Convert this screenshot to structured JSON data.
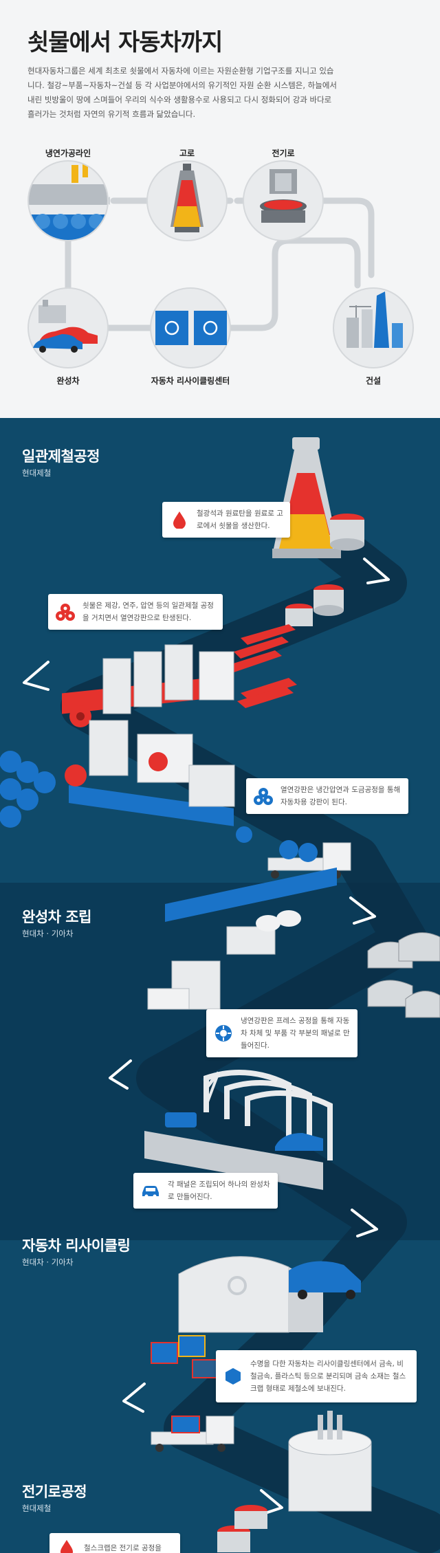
{
  "header": {
    "title": "쇳물에서 자동차까지",
    "intro": "현대자동차그룹은 세계 최초로 쇳물에서 자동차에 이르는 자원순환형 기업구조를 지니고 있습니다. 철강~부품~자동차~건설 등 각 사업분야에서의 유기적인 자원 순환 시스템은, 하늘에서 내린 빗방울이 땅에 스며들어 우리의 식수와 생활용수로 사용되고 다시 정화되어 강과 바다로 흘러가는 것처럼 자연의 유기적 흐름과 닮았습니다."
  },
  "cycle": {
    "nodes": [
      {
        "label": "냉연가공라인",
        "icon": "cold-rolling-line-icon"
      },
      {
        "label": "고로",
        "icon": "blast-furnace-icon"
      },
      {
        "label": "전기로",
        "icon": "electric-furnace-icon"
      },
      {
        "label": "완성차",
        "icon": "finished-car-icon"
      },
      {
        "label": "자동차 리사이클링센터",
        "icon": "recycling-center-icon"
      },
      {
        "label": "건설",
        "icon": "construction-icon"
      }
    ]
  },
  "sections": [
    {
      "title": "일관제철공정",
      "subtitle": "현대제철"
    },
    {
      "title": "완성차 조립",
      "subtitle": "현대차 · 기아차"
    },
    {
      "title": "자동차 리사이클링",
      "subtitle": "현대차 · 기아차"
    },
    {
      "title": "전기로공정",
      "subtitle": "현대제철"
    }
  ],
  "callouts": [
    {
      "text": "철광석과 원료탄을 원료로 고로에서 쇳물을 생산한다.",
      "icon": "drop-icon"
    },
    {
      "text": "쇳물은 제강, 연주, 압연 등의 일관제철 공정을 거치면서 열연강판으로 탄생된다.",
      "icon": "coil-cluster-icon"
    },
    {
      "text": "열연강판은 냉간압연과 도금공정을 통해 자동차용 강판이 된다.",
      "icon": "coil-cluster-icon"
    },
    {
      "text": "냉연강판은 프레스 공정을 통해 자동차 차체 및 부품 각 부분의 패널로 만들어진다.",
      "icon": "gear-icon"
    },
    {
      "text": "각 패널은 조립되어 하나의 완성차로 만들어진다.",
      "icon": "car-icon"
    },
    {
      "text": "수명을 다한 자동차는 리사이클링센터에서 금속, 비철금속, 플라스틱 등으로 분리되며 금속 소재는 철스크랩 형태로 제철소에 보내진다.",
      "icon": "hexagon-icon"
    },
    {
      "text": "철스크랩은 전기로 공정을",
      "icon": "drop-icon"
    }
  ],
  "colors": {
    "accent_red": "#e5322d",
    "accent_blue": "#1a73c8",
    "section_bg": "#0f4a6a",
    "section_bg_dark": "#0b3b58"
  }
}
